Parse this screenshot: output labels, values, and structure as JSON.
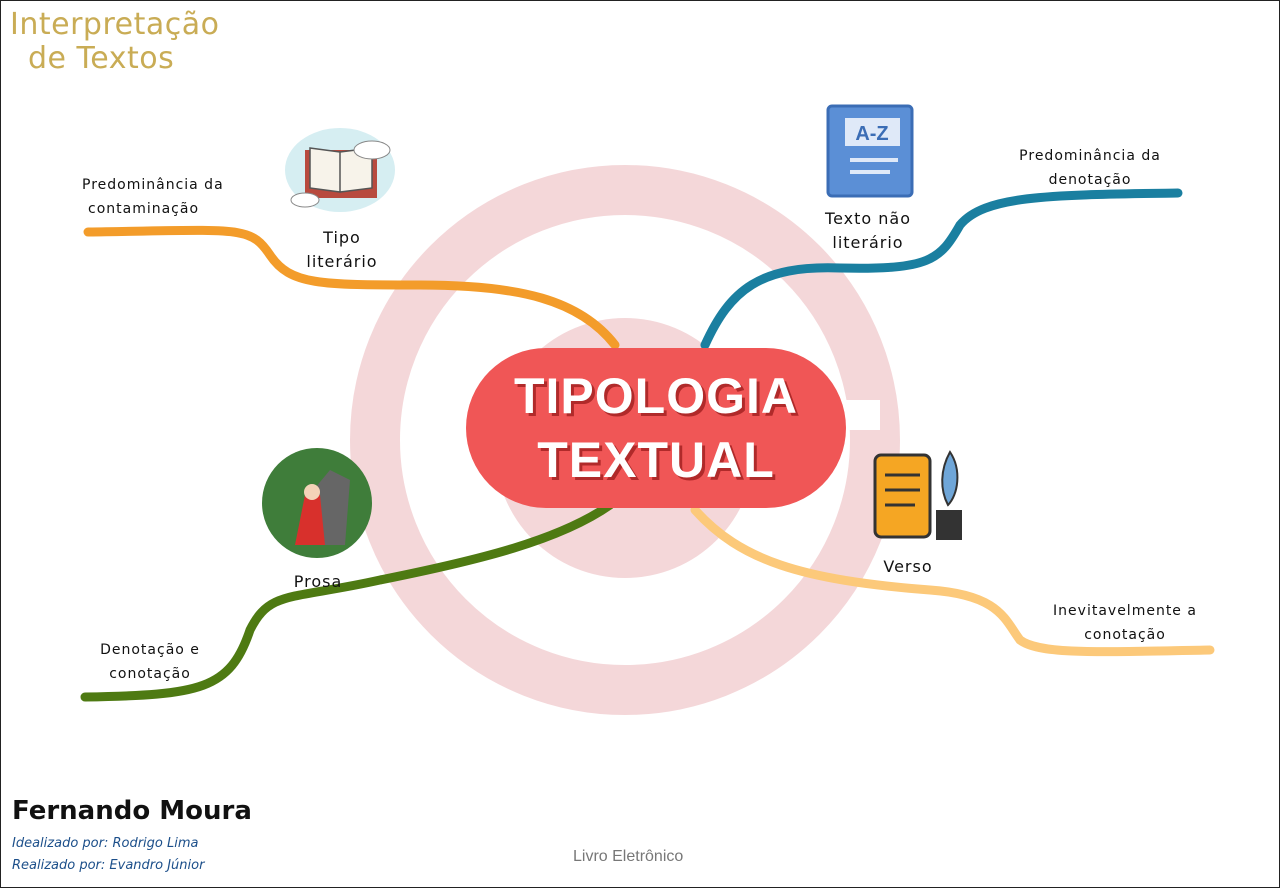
{
  "header": {
    "title_line1": "Interpretação",
    "title_line2": "de Textos"
  },
  "center": {
    "line1": "TIPOLOGIA",
    "line2": "TEXTUAL",
    "color": "#f05656"
  },
  "branches": [
    {
      "label_line1": "Tipo",
      "label_line2": "literário",
      "leaf_line1": "Predominância da",
      "leaf_line2": "contaminação",
      "color": "#f39c2a",
      "icon": "open-book-icon"
    },
    {
      "label_line1": "Texto não",
      "label_line2": "literário",
      "leaf_line1": "Predominância da",
      "leaf_line2": "denotação",
      "color": "#1a7fa0",
      "icon": "dictionary-icon"
    },
    {
      "label_line1": "Prosa",
      "leaf_line1": "Denotação e",
      "leaf_line2": "conotação",
      "color": "#4e7a12",
      "icon": "red-riding-hood-icon"
    },
    {
      "label_line1": "Verso",
      "leaf_line1": "Inevitavelmente a",
      "leaf_line2": "conotação",
      "color": "#fcc97a",
      "icon": "scroll-quill-icon"
    }
  ],
  "credits": {
    "author": "Fernando Moura",
    "idealized": "Idealizado por: Rodrigo Lima",
    "made": "Realizado por: Evandro Júnior"
  },
  "footer": {
    "text": "Livro Eletrônico"
  }
}
